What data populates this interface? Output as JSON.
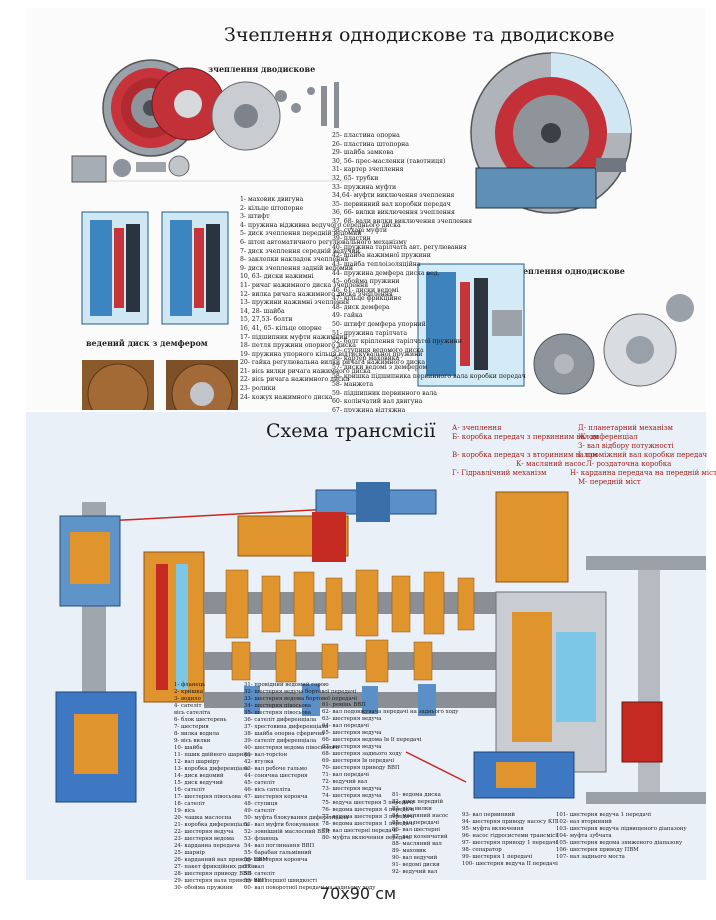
{
  "top": {
    "title": "Зчеплення однодискове та дводискове",
    "label_double": "зчеплення дводискове",
    "label_single": "зчеплення однодискове",
    "label_disc": "ведений диск з демфером",
    "legend_left": [
      "1- маховик двигуна",
      "2- кільце штопорне",
      "3- штифт",
      "4- пружина відживна ведучого середнього диска",
      "5- диск зчеплення передній ведомий",
      "6- штоп автоматичного регулювального механізму",
      "7- диск зчеплення середній ведучий",
      "8- заклепки накладок зчеплення",
      "9- диск зчеплення задній ведомий",
      "10, 63- диски нажимні",
      "11- ричаг нажимного диска зчеплення",
      "12- вилка ричага нажимного диска зчеплення",
      "13- пружини нажимні зчеплення",
      "14, 28- шайба",
      "15, 27,53- болти",
      "16, 41, 65- кільце опорне",
      "17- підшипник муфти нажимний",
      "18- петля пружини опорного диска",
      "19- пружина упорного кільця відтискувальної пружини",
      "20- гайка регулювальна вилки ричага нажимного диска",
      "21- вісь вилки ричага нажимного диска",
      "22- вісь ричага нажимного диска",
      "23- ролики",
      "24- кожух нажимного диска"
    ],
    "legend_right": [
      "25- пластина опорна",
      "26- пластина штопорна",
      "29- шайба замкова",
      "30, 56- прес-масленки (тавотниця)",
      "31- картер зчеплення",
      "32, 65- трубки",
      "33- пружина муфти",
      "34,64- муфти виключення зчеплення",
      "35- первинний вал коробки передач",
      "36, 66- вилки виключення зчеплення",
      "37, 68- вали вилки виключення зчеплення",
      "38- сухарі муфти",
      "39- пластин",
      "40- пружина тарілчата авт. регулювання",
      "42- шайба нажимної пружини",
      "43- шайба теплоізоляційна",
      "44- пружина демфера диска вед.",
      "45- обойма пружини",
      "46, 61- диски ведомі",
      "47- кільце фрикційне",
      "48- диск демфера",
      "49- гайка",
      "50- штифт демфера упорний",
      "51- пружина тарілчата",
      "52- болт кріплення тарілчатої пружини",
      "55- ступиця ведомого диска",
      "56- картер маховика",
      "57- диски ведомі з демфером",
      "58- кришка підшипника первинного вала коробки передач",
      "58- манжета",
      "59- підшипник первинного вала",
      "60- колінчатий вал двигуна",
      "67- пружина відтяжна"
    ]
  },
  "bottom": {
    "title": "Схема трансмісії",
    "abbreviations": [
      "А- зчеплення",
      "Б- коробка передач з первинним валом",
      "В- коробка передач з вторинним валом",
      "Г- Гідравлічний механізм",
      "Д- планетарний механізм",
      "Ж- диференціал",
      "З- вал відбору потужності",
      "І- проміжний вал коробки передач",
      "К- масляний насос",
      "Л- роздаточна коробка",
      "Н- карданна передача на передній міст",
      "М- передній міст"
    ],
    "legend_cols": [
      [
        "1- фланець",
        "2- кришка",
        "3- водило",
        "4- сателіт",
        "вісь сателіта",
        "6- блок шестерень",
        "7- шестерня",
        "8- вилка водила",
        "9- вісь вилки",
        "10- шайба",
        "11- пшик двійного шарніру",
        "12- вал шарніру",
        "13- коробка диференціала",
        "14- диск ведомий",
        "15- диск ведучий",
        "16- сателіт",
        "17- шестерня півосьова",
        "18- сателіт",
        "19- вісь",
        "20- чашка маслосна",
        "21- коробка диференціала",
        "22- шестерня ведуча",
        "23- шестерня ведома",
        "24- карданна передача",
        "25- шарнір",
        "26- карданний вал приводу ПВМ",
        "27- пакет фрикційних дисків",
        "28- шестерня приводу ВВП",
        "29- шестерня вала приводу ВВП",
        "30- обойма пружини"
      ],
      [
        "31- провідний ведомий горою",
        "32- шестерня ведуча бортової передачі",
        "33- шестерня ведома бортової передачі",
        "34- шестерня півосьова",
        "35- шестерня півосьова",
        "36- сателіт диференціала",
        "37- хрестовина диференціала",
        "38- шайба опорна сферична",
        "39- сателіт диференціала",
        "40- шестерня ведома півосьового",
        "41- вал-торсіон",
        "42- втулка",
        "43- вал ребоче гальмо",
        "44- сонячна шестерня",
        "45- сателіт",
        "46- вісь сателіта",
        "47- шестерня коронча",
        "48- ступиця",
        "49- сателіт",
        "50- муфта блокування диференціала",
        "51- вал муфти блокування",
        "52- зовнішній маслосний ВВП",
        "53- фланець",
        "54- вал поглинання ВВП",
        "55- барабан гальмівний",
        "56- шестерня коронча",
        "57- вал",
        "58- сателіт",
        "59- вал першої швидкості",
        "60- вал поворотної передачі на задньому ходу"
      ],
      [
        "61- ремінь ВВП",
        "62- вал подовжувача передачі на заднього ходу",
        "63- шестерня ведуча",
        "64- вал передачі",
        "65- шестерня ведуча",
        "66- шестерня ведома Ів Ії передачі",
        "67- шестерня ведуча",
        "68- шестерня заднього ходу",
        "69- шестерня Ів передачі",
        "70- шестерня приводу ВВП",
        "71- вал передачі",
        "72- ведучий вал",
        "73- шестерня ведуча",
        "74- шестерня ведуча",
        "75- ведуча шестерня 5 передачі",
        "76- ведома шестерня 4 передачі",
        "77- ведома шестерня 3 передачі",
        "78- ведома шестерня 1 передачі",
        "79- вал шестерні передачі",
        "80- муфта включення передачі"
      ],
      [
        "81- ведома диска",
        "82- диск передній",
        "83- вісь вилки",
        "84- масляний насос",
        "85- вал передачі",
        "86- вал шестерні",
        "87- вал коленчатий",
        "88- масляний вал",
        "89- маховик",
        "90- вал ведучий",
        "91- ведомі диски",
        "92- ведучий вал"
      ],
      [
        "93- вал первинний",
        "94- шестерня приводу насосу КП",
        "95- муфта включення",
        "96- насос гідросистеми трансмісії",
        "97- шестерня приводу 1 передачі",
        "98- сепаратор",
        "99- шестерня 1 передачі",
        "100- шестерня ведуча ІІ передачі"
      ],
      [
        "101- шестерня ведуча 1 передачі",
        "102- вал вторинний",
        "103- шестерня ведуча підвищеного діапазону",
        "104- муфта зубчата",
        "105- шестерня ведома зниженого діапазону",
        "106- шестерня приводу ПВМ",
        "107- вал заднього моста"
      ]
    ]
  },
  "caption": "70х90 см",
  "colors": {
    "orange": "#e0942e",
    "blue": "#3f78c2",
    "red": "#c42a22",
    "grey": "#8a8f96",
    "cyan": "#7cc6e8"
  }
}
